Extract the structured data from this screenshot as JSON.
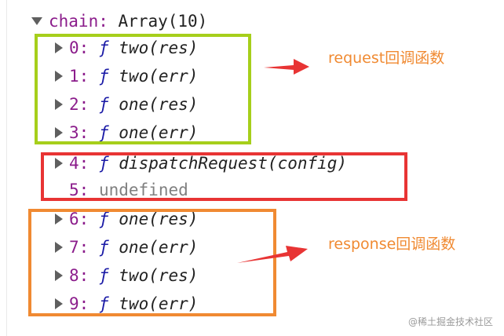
{
  "header": {
    "key": "chain",
    "colon": ":",
    "value": "Array(10)"
  },
  "rows": [
    {
      "index": "0",
      "colon": ":",
      "fn": "ƒ",
      "sig": "two(res)"
    },
    {
      "index": "1",
      "colon": ":",
      "fn": "ƒ",
      "sig": "two(err)"
    },
    {
      "index": "2",
      "colon": ":",
      "fn": "ƒ",
      "sig": "one(res)"
    },
    {
      "index": "3",
      "colon": ":",
      "fn": "ƒ",
      "sig": "one(err)"
    },
    {
      "index": "4",
      "colon": ":",
      "fn": "ƒ",
      "sig": "dispatchRequest(config)"
    },
    {
      "index": "5",
      "colon": ":",
      "value": "undefined"
    },
    {
      "index": "6",
      "colon": ":",
      "fn": "ƒ",
      "sig": "one(res)"
    },
    {
      "index": "7",
      "colon": ":",
      "fn": "ƒ",
      "sig": "one(err)"
    },
    {
      "index": "8",
      "colon": ":",
      "fn": "ƒ",
      "sig": "two(res)"
    },
    {
      "index": "9",
      "colon": ":",
      "fn": "ƒ",
      "sig": "two(err)"
    }
  ],
  "annotations": {
    "request": "request回调函数",
    "response": "response回调函数"
  },
  "colors": {
    "green_box": "#a6cf1b",
    "red_box": "#e83434",
    "orange_box": "#f08a32",
    "arrow": "#e83434",
    "note_text": "#f08a32"
  },
  "watermark": "@稀土掘金技术社区"
}
